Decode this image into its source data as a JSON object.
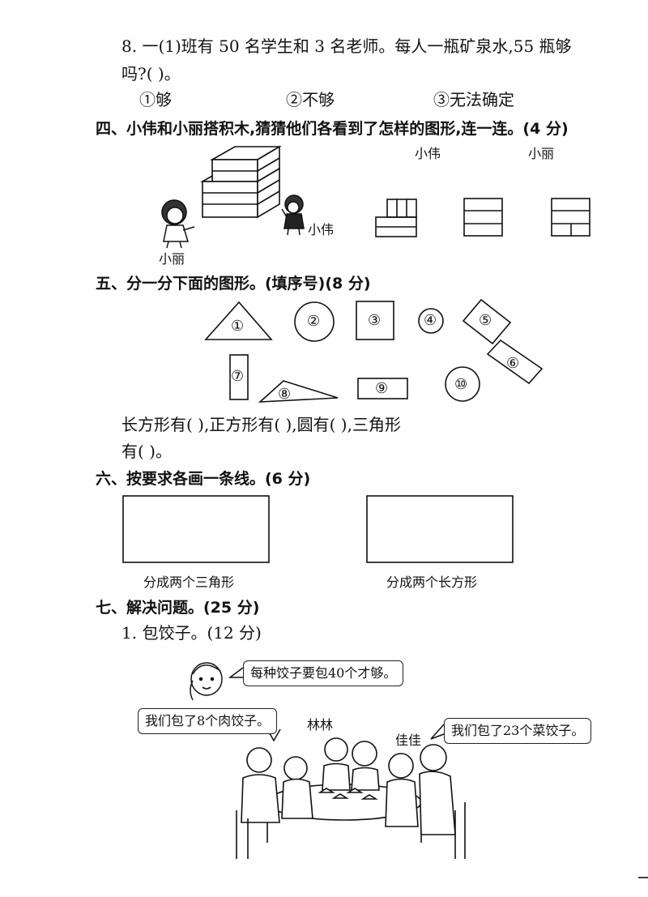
{
  "q8": {
    "line1": "8. 一(1)班有 50 名学生和 3 名老师。每人一瓶矿泉水,55 瓶够",
    "line2": "吗?(      )。",
    "opt1": "①够",
    "opt2": "②不够",
    "opt3": "③无法确定"
  },
  "sec4": {
    "title": "四、小伟和小丽搭积木,猜猜他们各看到了怎样的图形,连一连。(4 分)",
    "label_xiaowei_top": "小伟",
    "label_xiaoli_top": "小丽",
    "label_xiaowei": "小伟",
    "label_xiaoli": "小丽"
  },
  "sec5": {
    "title": "五、分一分下面的图形。(填序号)(8 分)",
    "shapes": [
      "①",
      "②",
      "③",
      "④",
      "⑤",
      "⑥",
      "⑦",
      "⑧",
      "⑨",
      "⑩"
    ],
    "fill_line1": "长方形有(          ),正方形有(          ),圆有(          ),三角形",
    "fill_line2": "有(          )。"
  },
  "sec6": {
    "title": "六、按要求各画一条线。(6 分)",
    "caption_left": "分成两个三角形",
    "caption_right": "分成两个长方形"
  },
  "sec7": {
    "title": "七、解决问题。(25 分)",
    "q1": "1. 包饺子。(12 分)",
    "bubble_top": "每种饺子要包40个才够。",
    "bubble_left": "我们包了8个肉饺子。",
    "bubble_right": "我们包了23个菜饺子。",
    "name_linlin": "林林",
    "name_jiajia": "佳佳"
  }
}
